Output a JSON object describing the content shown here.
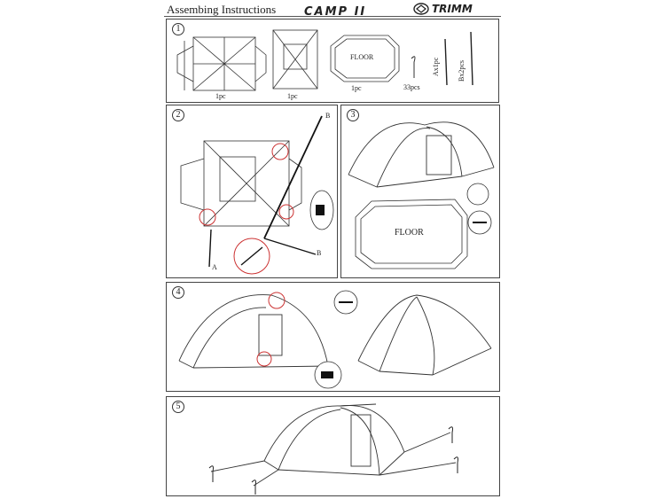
{
  "header": {
    "title": "Assembing  Instructions",
    "product": "CAMP II",
    "brand": "TRIMM"
  },
  "steps": [
    {
      "number": "1"
    },
    {
      "number": "2"
    },
    {
      "number": "3"
    },
    {
      "number": "4"
    },
    {
      "number": "5"
    }
  ],
  "step1": {
    "outer_tent_qty": "1pc",
    "inner_tent_qty": "1pc",
    "floor_label": "FLOOR",
    "floor_qty": "1pc",
    "pegs_qty": "33pcs",
    "pole_a": "Ax1pc",
    "pole_b": "Bx2pcs"
  },
  "step2": {
    "label_b_top": "B",
    "label_b_bottom": "B",
    "label_a": "A"
  },
  "step3": {
    "floor_label": "FLOOR"
  }
}
